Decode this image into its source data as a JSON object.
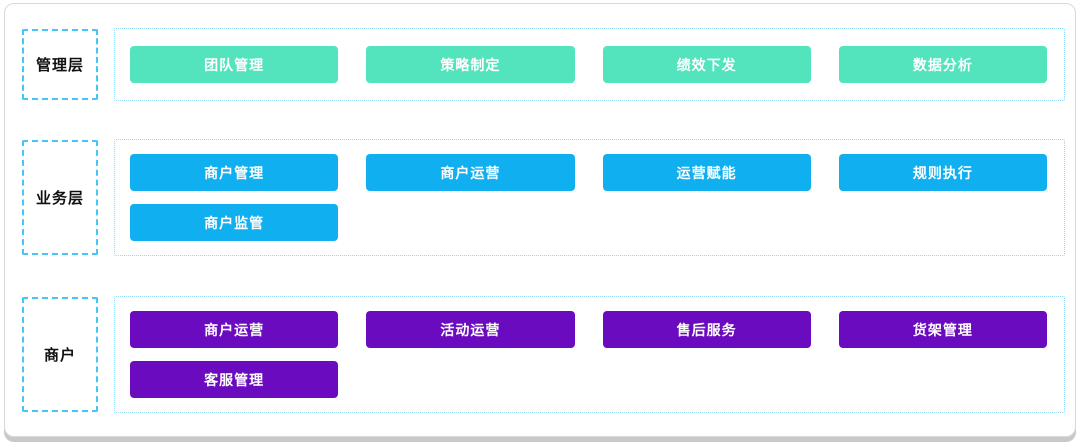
{
  "diagram": {
    "kind": "layered-architecture-diagram",
    "colors": {
      "management_block": "#53e3bd",
      "business_block": "#10aff0",
      "merchant_block": "#6b0bbf",
      "label_box_border": "#46c5f6",
      "content_box_border": "#8fd9f7",
      "card_border": "#dadada",
      "card_shadow": "#c9c9c9",
      "block_text": "#ffffff",
      "label_text": "#111111"
    }
  },
  "layers": [
    {
      "label": "管理层",
      "rows": [
        [
          "团队管理",
          "策略制定",
          "绩效下发",
          "数据分析"
        ]
      ]
    },
    {
      "label": "业务层",
      "rows": [
        [
          "商户管理",
          "商户运营",
          "运营赋能",
          "规则执行"
        ],
        [
          "商户监管"
        ]
      ]
    },
    {
      "label": "商户",
      "rows": [
        [
          "商户运营",
          "活动运营",
          "售后服务",
          "货架管理"
        ],
        [
          "客服管理"
        ]
      ]
    }
  ]
}
